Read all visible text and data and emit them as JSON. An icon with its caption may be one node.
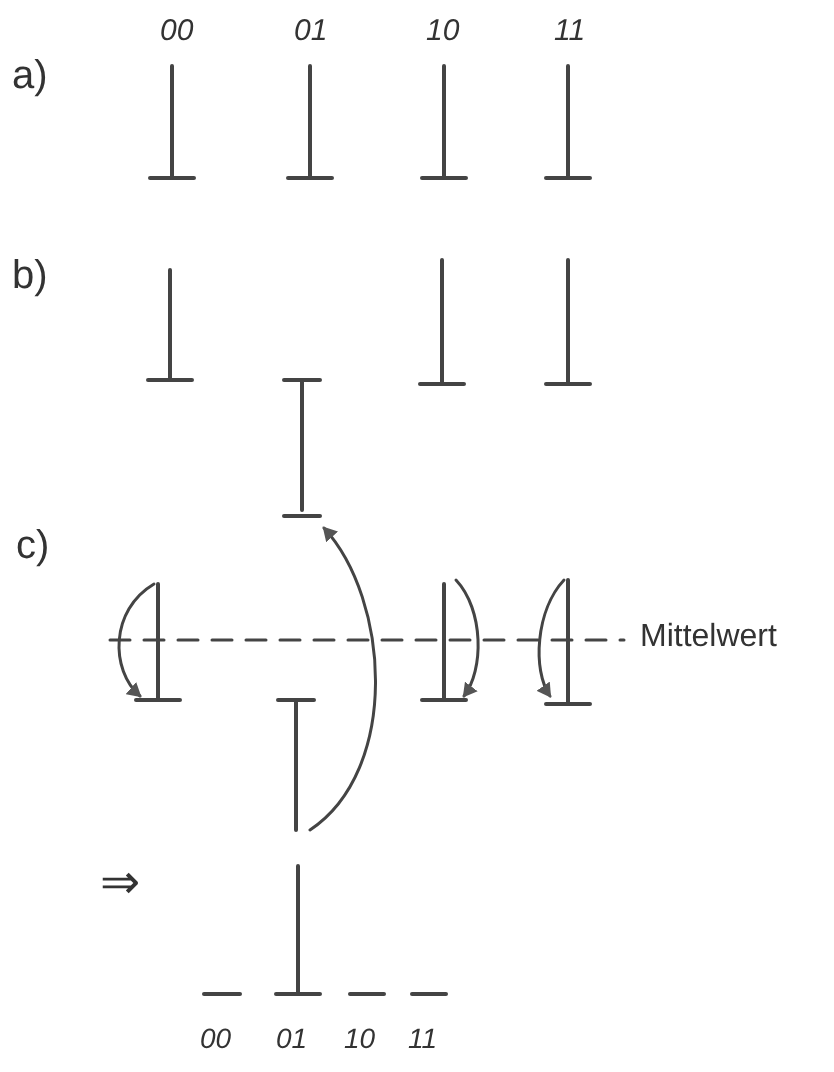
{
  "diagram": {
    "labels": [
      "00",
      "01",
      "10",
      "11",
      "a)",
      "b)",
      "c)",
      "Mittelwert",
      "⇒",
      "00",
      "01",
      "10",
      "11"
    ]
  }
}
